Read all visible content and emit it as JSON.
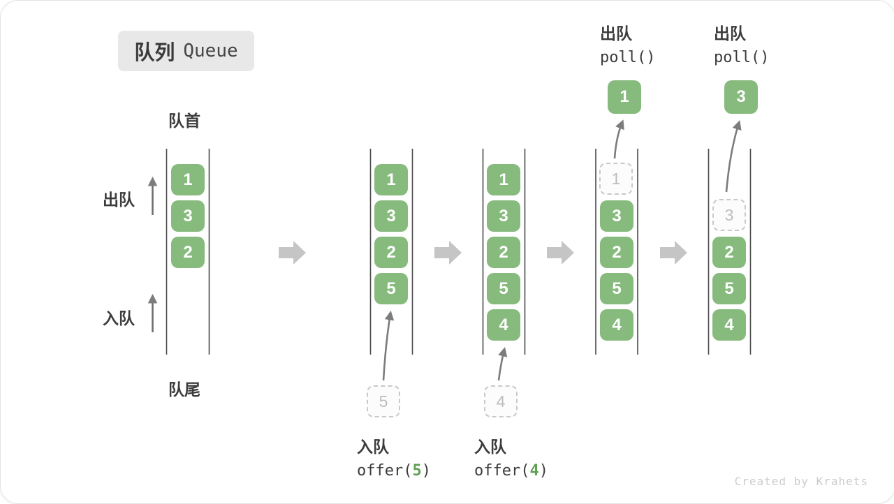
{
  "title": {
    "zh": "队列",
    "en": "Queue"
  },
  "labels": {
    "front": "队首",
    "rear": "队尾",
    "dequeue": "出队",
    "enqueue": "入队"
  },
  "operations": {
    "enqueue5": {
      "label": "入队",
      "fn": "offer(",
      "arg": "5",
      "close": ")"
    },
    "enqueue4": {
      "label": "入队",
      "fn": "offer(",
      "arg": "4",
      "close": ")"
    },
    "poll1": {
      "label": "出队",
      "code": "poll()"
    },
    "poll2": {
      "label": "出队",
      "code": "poll()"
    }
  },
  "queues": [
    {
      "cells": [
        "1",
        "3",
        "2"
      ]
    },
    {
      "cells": [
        "1",
        "3",
        "2",
        "5"
      ],
      "incoming": "5"
    },
    {
      "cells": [
        "1",
        "3",
        "2",
        "5",
        "4"
      ],
      "incoming": "4"
    },
    {
      "removed": "1",
      "cells": [
        "3",
        "2",
        "5",
        "4"
      ],
      "popped": "1"
    },
    {
      "removed": "3",
      "cells": [
        "2",
        "5",
        "4"
      ],
      "popped": "3"
    }
  ],
  "watermark": "Created by Krahets",
  "colors": {
    "cell_green": "#87BB7D",
    "code_arg_green": "#5FA052",
    "block_arrow_gray": "#c5c5c5",
    "line_dark": "#4a4a4a",
    "arrow_stroke": "#7c7c7c",
    "dashed_border": "#c9c9c9",
    "dashed_text": "#bdbdbd",
    "title_bg": "#e8e8e8",
    "watermark_gray": "#cbcbcb"
  }
}
